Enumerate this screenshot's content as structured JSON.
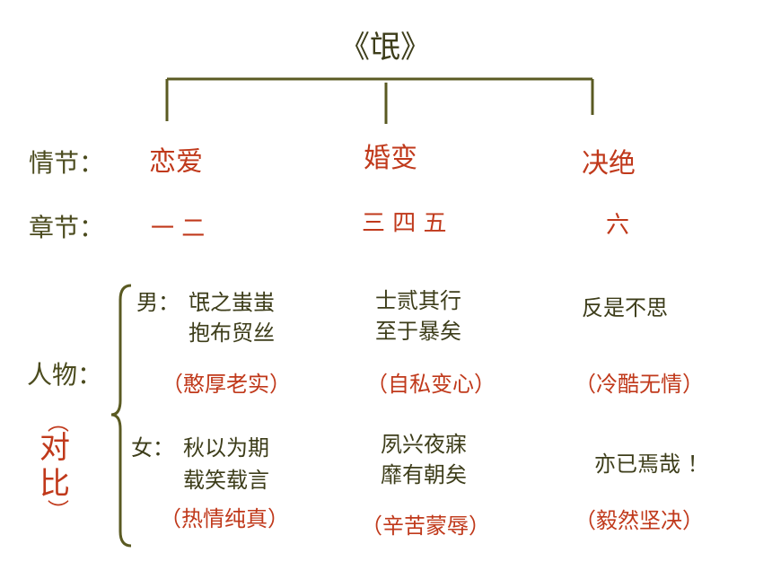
{
  "title": "《氓》",
  "labels": {
    "plot": "情节：",
    "chapter": "章节：",
    "characters": "人物：",
    "contrast": [
      "（",
      "对",
      "比",
      "）"
    ]
  },
  "columns": [
    {
      "plot": "恋爱",
      "chapters": "一  二",
      "man": {
        "prefix": "男：",
        "lines": [
          "氓之蚩蚩",
          "抱布贸丝"
        ]
      },
      "man_trait": "（憨厚老实）",
      "woman": {
        "prefix": "女：",
        "lines": [
          "秋以为期",
          "载笑载言"
        ]
      },
      "woman_trait": "（热情纯真）"
    },
    {
      "plot": "婚变",
      "chapters": "三 四 五",
      "man": {
        "lines": [
          "士贰其行",
          "至于暴矣"
        ]
      },
      "man_trait": "（自私变心）",
      "woman": {
        "lines": [
          "夙兴夜寐",
          "靡有朝矣"
        ]
      },
      "woman_trait": "（辛苦蒙辱）"
    },
    {
      "plot": "决绝",
      "chapters": "六",
      "man": {
        "lines": [
          "反是不思"
        ]
      },
      "man_trait": "（冷酷无情）",
      "woman": {
        "lines": [
          "亦已焉哉  ！"
        ]
      },
      "woman_trait": "（毅然坚决）"
    }
  ],
  "colors": {
    "label": "#4b4b1e",
    "accent": "#c0391b",
    "connector": "#5a5a22"
  }
}
